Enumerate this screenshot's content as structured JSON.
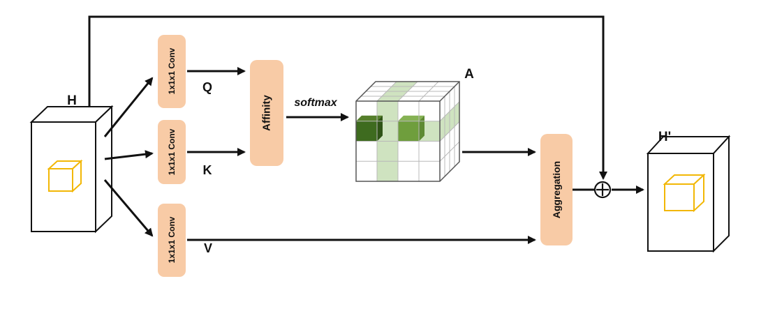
{
  "diagram": {
    "labels": {
      "input": "H",
      "output": "H'",
      "conv_q": "1x1x1 Conv",
      "conv_k": "1x1x1 Conv",
      "conv_v": "1x1x1 Conv",
      "q": "Q",
      "k": "K",
      "v": "V",
      "affinity": "Affinity",
      "softmax": "softmax",
      "attention_map": "A",
      "aggregation": "Aggregation"
    },
    "icons": {
      "sum": "circle-plus-icon"
    },
    "colors": {
      "block_fill": "#F8CBA6",
      "arrow": "#111111",
      "cube_dark_green": "#3E6B1F",
      "cube_mid_green": "#6F9E3D",
      "cube_light_green": "#CFE3C0",
      "feature_cube_outline": "#F2B705"
    }
  }
}
